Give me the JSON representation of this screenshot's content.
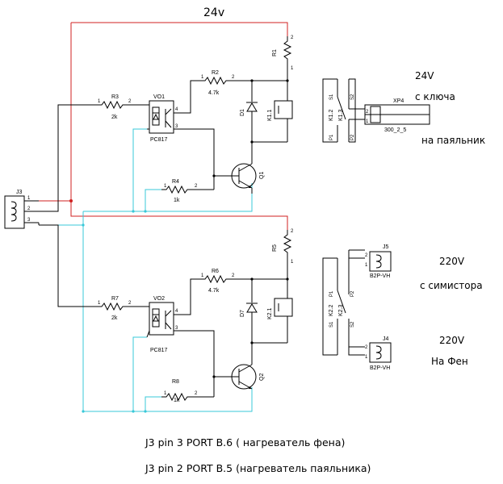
{
  "supply_label": "24v",
  "connector_j3": {
    "ref": "J3",
    "pins": [
      "1",
      "2",
      "3"
    ]
  },
  "upper": {
    "r1": {
      "ref": "R1",
      "p1": "1",
      "p2": "2"
    },
    "r2": {
      "ref": "R2",
      "value": "4.7k",
      "p1": "1",
      "p2": "2"
    },
    "r3": {
      "ref": "R3",
      "value": "2k",
      "p1": "1",
      "p2": "2"
    },
    "r4": {
      "ref": "R4",
      "value": "1k",
      "p1": "1",
      "p2": "2"
    },
    "opto": {
      "ref": "VO1",
      "part": "PC817",
      "pin3": "3",
      "pin4": "4"
    },
    "diode": "D1",
    "relay_coil": "K1.1",
    "transistor": "Q1",
    "contact_a": "K1.2",
    "contact_b": "K1.3",
    "contact_pins": {
      "s1": "S1",
      "s2": "S2",
      "p1": "P1",
      "p2": "P2"
    },
    "connector": {
      "ref": "XP4",
      "part": "300_2_5",
      "pin1": "1",
      "pin2": "2"
    },
    "note_line1": "24V",
    "note_line2": "с ключа",
    "note_line3": "на паяльник"
  },
  "lower": {
    "r5": {
      "ref": "R5",
      "p1": "1",
      "p2": "2"
    },
    "r6": {
      "ref": "R6",
      "value": "4.7k",
      "p1": "1",
      "p2": "2"
    },
    "r7": {
      "ref": "R7",
      "value": "2k",
      "p1": "1",
      "p2": "2"
    },
    "r8": {
      "ref": "R8",
      "value": "1k",
      "p1": "1",
      "p2": "2"
    },
    "opto": {
      "ref": "VO2",
      "part": "PC817",
      "pin3": "3",
      "pin4": "4"
    },
    "diode": "D7",
    "relay_coil": "K2.1",
    "transistor": "Q2",
    "contact_a": "K2.2",
    "contact_b": "K2.3",
    "contact_pins": {
      "s1": "S1",
      "s2": "S2",
      "p1": "P1",
      "p2": "P2"
    },
    "j5": {
      "ref": "J5",
      "part": "B2P-VH",
      "pin1": "1",
      "pin2": "2"
    },
    "j4": {
      "ref": "J4",
      "part": "B2P-VH",
      "pin1": "1",
      "pin2": "2"
    },
    "note_j5_line1": "220V",
    "note_j5_line2": "с симистора",
    "note_j4_line1": "220V",
    "note_j4_line2": "На Фен"
  },
  "caption_line1": "J3 pin 3 PORT B.6 ( нагреватель фена)",
  "caption_line2": "J3 pin 2 PORT B.5 (нагреватель паяльника)",
  "colors": {
    "supply_wire": "#d02020",
    "ground_wire": "#38c8d8",
    "wire": "#000000"
  }
}
